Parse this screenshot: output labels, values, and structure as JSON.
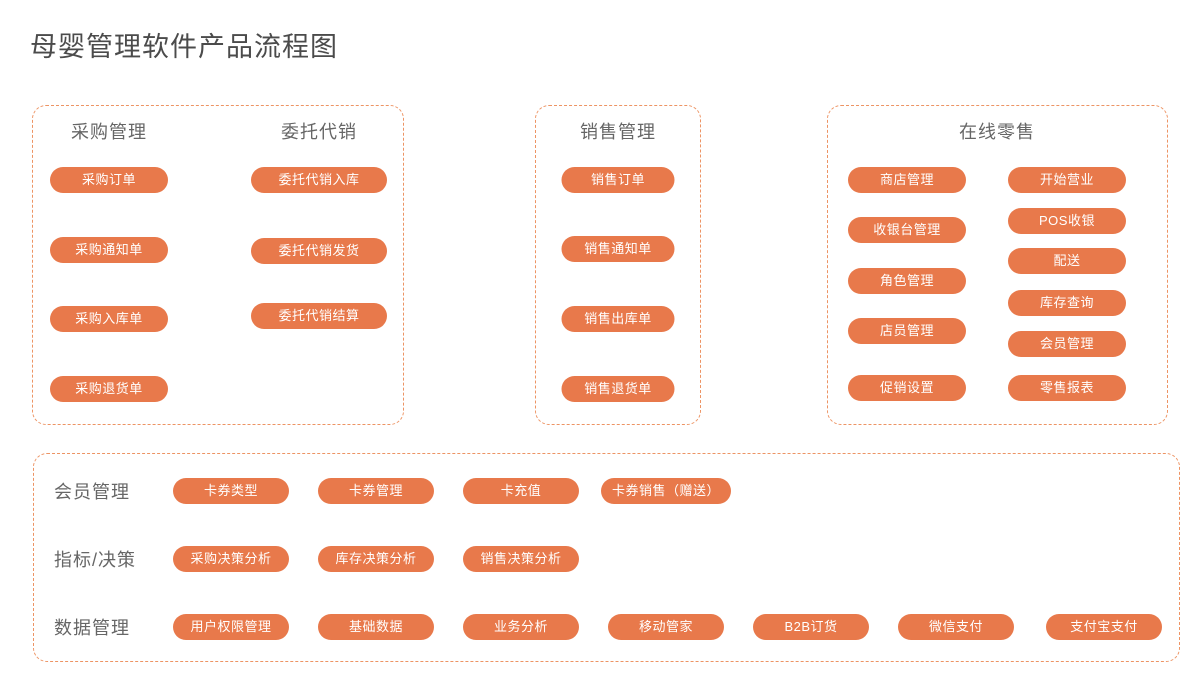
{
  "page": {
    "title": "母婴管理软件产品流程图",
    "accent_color": "#e8794b",
    "border_color": "#ed9464",
    "heading_color": "#666666",
    "title_color": "#4b4b4b",
    "background": "#ffffff"
  },
  "panels": [
    {
      "id": "procurement-consignment",
      "columns": [
        {
          "heading": "采购管理",
          "items": [
            "采购订单",
            "采购通知单",
            "采购入库单",
            "采购退货单"
          ]
        },
        {
          "heading": "委托代销",
          "items": [
            "委托代销入库",
            "委托代销发货",
            "委托代销结算"
          ]
        }
      ]
    },
    {
      "id": "sales",
      "columns": [
        {
          "heading": "销售管理",
          "items": [
            "销售订单",
            "销售通知单",
            "销售出库单",
            "销售退货单"
          ]
        }
      ]
    },
    {
      "id": "online-retail",
      "heading": "在线零售",
      "columns": [
        {
          "heading": "",
          "items": [
            "商店管理",
            "收银台管理",
            "角色管理",
            "店员管理",
            "促销设置"
          ]
        },
        {
          "heading": "",
          "items": [
            "开始营业",
            "POS收银",
            "配送",
            "库存查询",
            "会员管理",
            "零售报表"
          ]
        }
      ]
    }
  ],
  "bottom_panel": {
    "id": "bottom-groups",
    "rows": [
      {
        "label": "会员管理",
        "items": [
          "卡券类型",
          "卡券管理",
          "卡充值",
          "卡券销售（赠送）"
        ]
      },
      {
        "label": "指标/决策",
        "items": [
          "采购决策分析",
          "库存决策分析",
          "销售决策分析"
        ]
      },
      {
        "label": "数据管理",
        "items": [
          "用户权限管理",
          "基础数据",
          "业务分析",
          "移动管家",
          "B2B订货",
          "微信支付",
          "支付宝支付"
        ]
      }
    ]
  }
}
